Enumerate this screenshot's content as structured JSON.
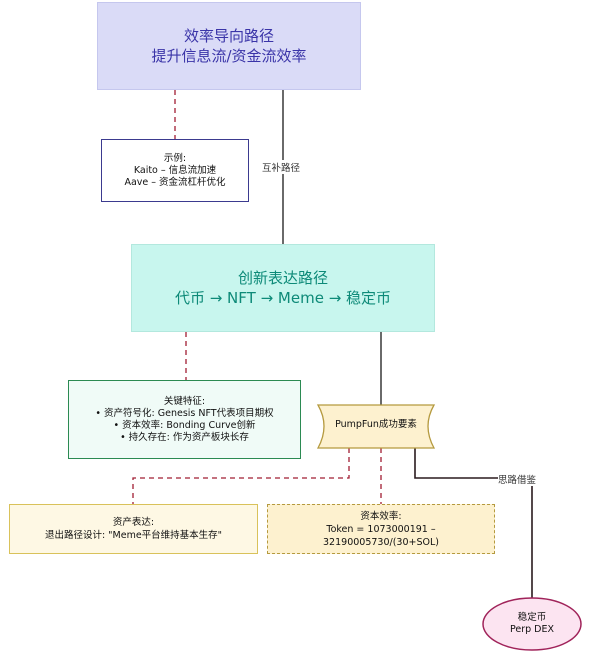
{
  "efficiency_node": {
    "line1": "效率导向路径",
    "line2": "提升信息流/资金流效率"
  },
  "example_node": {
    "title": "示例:",
    "line1": "Kaito – 信息流加速",
    "line2": "Aave – 资金流杠杆优化"
  },
  "complement_label": "互补路径",
  "innovation_node": {
    "line1": "创新表达路径",
    "line2": "代币 → NFT → Meme → 稳定币"
  },
  "features_node": {
    "title": "关键特征:",
    "items": [
      "• 资产符号化: Genesis NFT代表项目期权",
      "• 资本效率: Bonding Curve创新",
      "• 持久存在: 作为资产板块长存"
    ]
  },
  "pumpfun_node": {
    "label": "PumpFun成功要素"
  },
  "asset_expression_node": {
    "title": "资产表达:",
    "line1": "退出路径设计: \"Meme平台维持基本生存\""
  },
  "capital_efficiency_node": {
    "title": "资本效率:",
    "line1": "Token = 1073000191 – 32190005730/(30+SOL)"
  },
  "borrow_label": "思路借鉴",
  "stablecoin_node": {
    "line1": "稳定币",
    "line2": "Perp DEX"
  },
  "colors": {
    "efficiency_fill": "#dadbf7",
    "efficiency_text": "#3a34a8",
    "innovation_fill": "#c8f6ee",
    "innovation_text": "#0d8a78",
    "pumpfun_fill": "#fdf1cf",
    "stablecoin_fill": "#fce4f1",
    "dashed_link": "#a11d33",
    "solid_link": "#1a1a1a"
  }
}
